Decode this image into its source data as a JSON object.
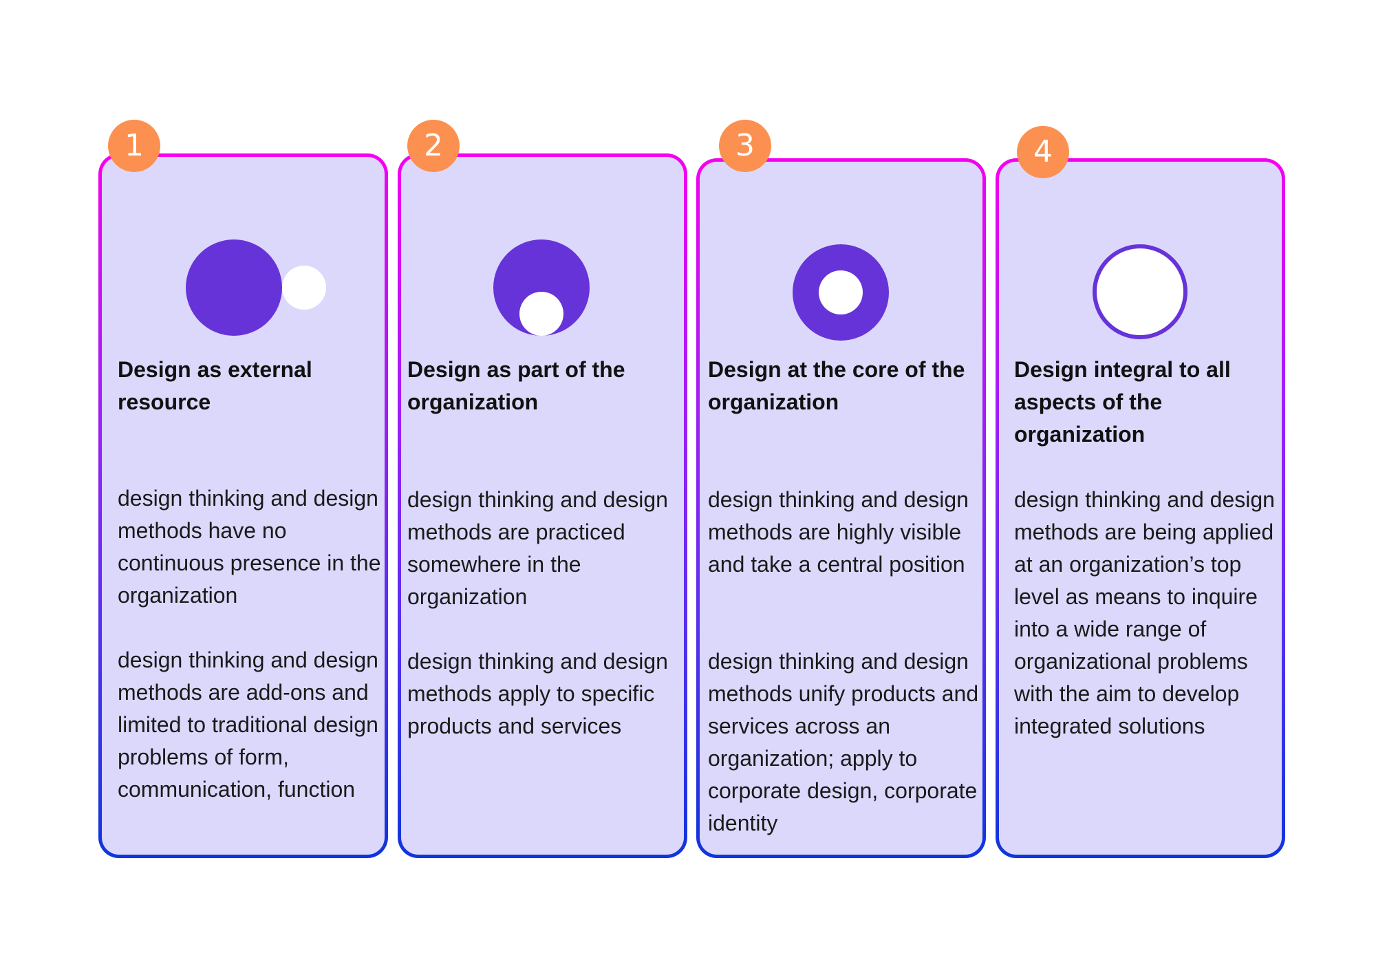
{
  "colors": {
    "card_fill": "#dcd8fb",
    "border_top": "#f500f0",
    "border_bottom": "#0f35dc",
    "badge": "#fb9050",
    "icon_purple": "#6633d8",
    "icon_white": "#ffffff"
  },
  "stages": [
    {
      "number": "1",
      "icon": "external-circle-icon",
      "title": "Design as external resource",
      "para1": "design thinking and design methods have no continuous presence in the organization",
      "para2": "design thinking and design methods are add-ons and limited to traditional design problems of form, communication, function"
    },
    {
      "number": "2",
      "icon": "part-of-circle-icon",
      "title": "Design as part of the organization",
      "para1": "design thinking and design methods are practiced somewhere in the organization",
      "para2": "design thinking and design methods apply to specific products and services"
    },
    {
      "number": "3",
      "icon": "core-circle-icon",
      "title": "Design at the core of the organization",
      "para1": "design thinking and design methods are highly visible and take a central position",
      "para2": "design thinking and design methods unify products and services across an organization; apply to corporate design, corporate identity"
    },
    {
      "number": "4",
      "icon": "integral-circle-icon",
      "title": "Design integral to all aspects of the organization",
      "para1": "design thinking and design methods are being applied at an organization’s top level as means to inquire into a wide range of organizational problems with the aim to develop integrated solutions"
    }
  ]
}
